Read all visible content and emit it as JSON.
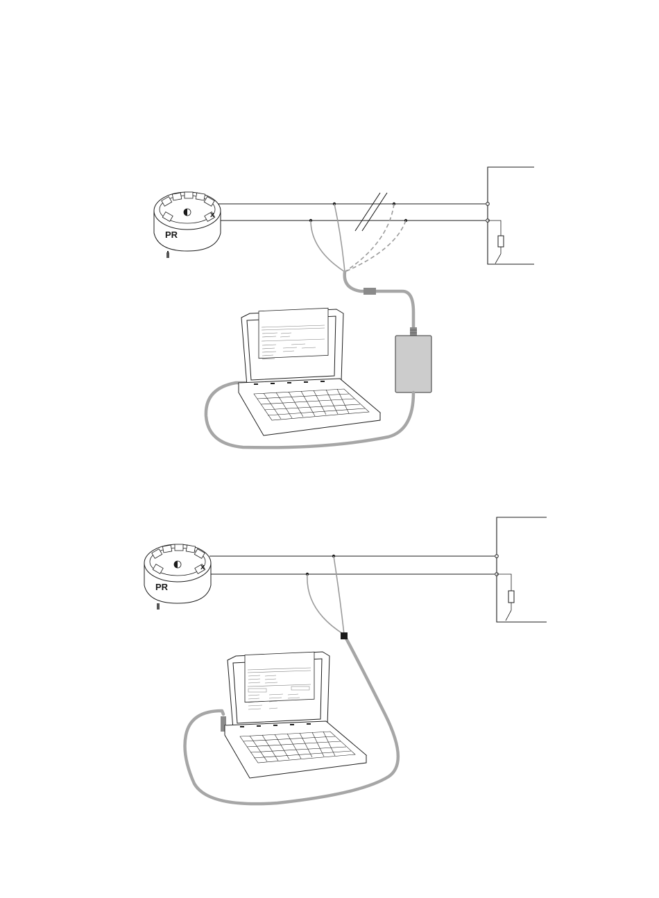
{
  "device": {
    "logo_text": "PR",
    "terminal_mark": "x"
  },
  "colors": {
    "line": "#1a1a1a",
    "cable": "#a6a6a6",
    "modem": "#cccccc",
    "background": "#ffffff"
  },
  "figures": [
    {
      "id": "figure-top",
      "variant": "with-hart-modem"
    },
    {
      "id": "figure-bottom",
      "variant": "direct-connection"
    }
  ]
}
